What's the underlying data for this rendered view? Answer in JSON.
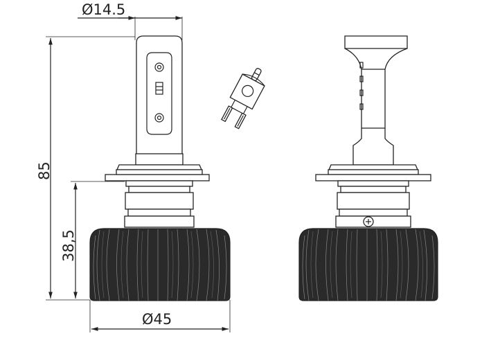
{
  "dimensions": {
    "neck_diameter": "Ø14.5",
    "total_height": "85",
    "base_height": "38,5",
    "heatsink_diameter": "Ø45"
  },
  "colors": {
    "line": "#222222",
    "heatsink_fill": "#2a2a2a",
    "fin_line": "#9a9a9a",
    "background": "#ffffff"
  },
  "views": [
    "front-view",
    "connector-detail",
    "side-view"
  ]
}
